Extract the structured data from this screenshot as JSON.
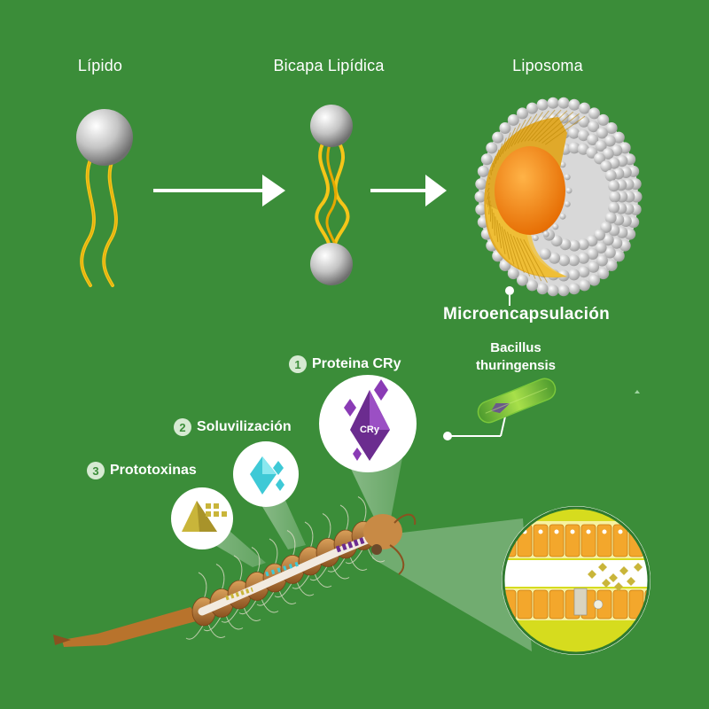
{
  "stages": {
    "lipid": "Lípido",
    "bilayer": "Bicapa Lipídica",
    "liposome": "Liposoma"
  },
  "microencapsulation": "Microencapsulación",
  "bacillus": {
    "line1": "Bacillus",
    "line2": "thuringensis"
  },
  "steps": [
    {
      "number": "1",
      "label": "Proteina CRy"
    },
    {
      "number": "2",
      "label": "Soluvilización"
    },
    {
      "number": "3",
      "label": "Prototoxinas"
    }
  ],
  "crystal_label": "CRy",
  "colors": {
    "background": "#3b8d39",
    "tail": "#f5c518",
    "core": "#f07c00",
    "crystal": "#6b2c8f",
    "solubilized": "#3ec9d6",
    "prototoxin": "#c9b53a"
  },
  "icons": [
    "lipid-head-icon",
    "arrow-right-icon",
    "liposome-icon",
    "bacillus-icon",
    "cry-crystal-icon",
    "solubilized-crystal-icon",
    "prototoxin-icon",
    "larva-icon",
    "gut-cell-icon"
  ]
}
